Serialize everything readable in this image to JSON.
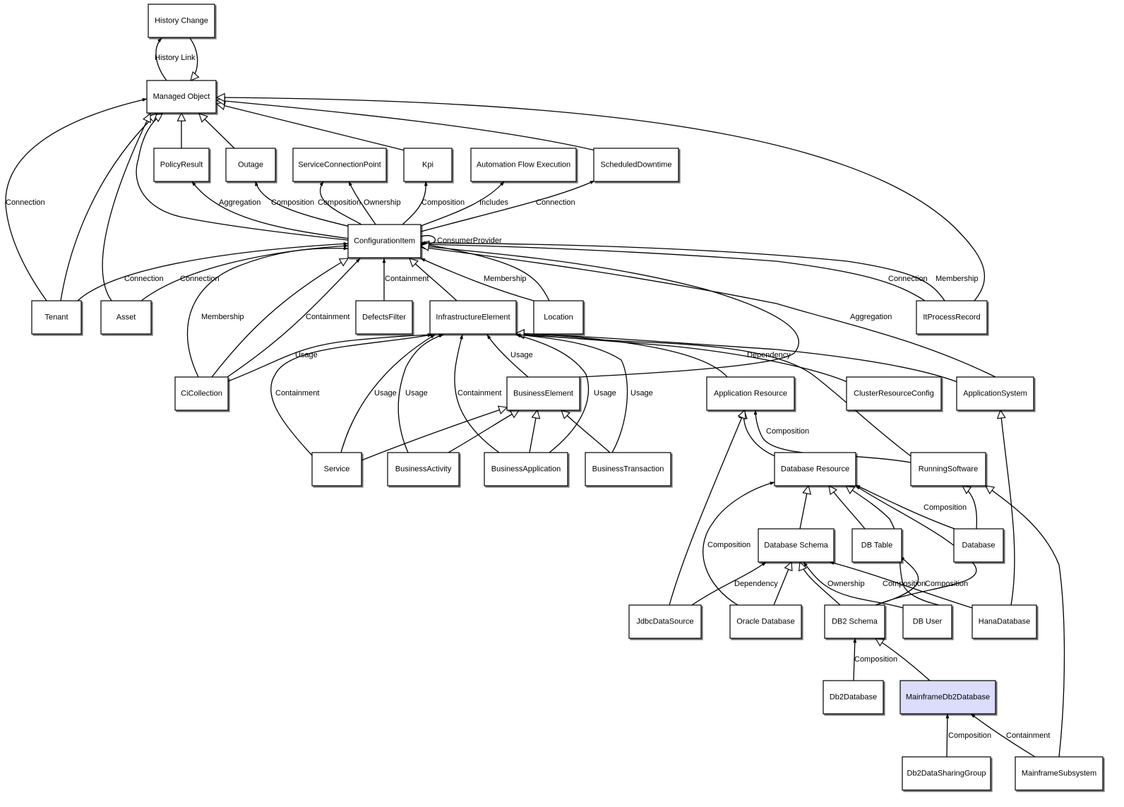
{
  "diagram": {
    "nodes": [
      {
        "id": "history_change",
        "label": "History Change",
        "fill": "#ffffff"
      },
      {
        "id": "managed_object",
        "label": "Managed Object",
        "fill": "#ffffff"
      },
      {
        "id": "policy_result",
        "label": "PolicyResult",
        "fill": "#ffffff"
      },
      {
        "id": "outage",
        "label": "Outage",
        "fill": "#ffffff"
      },
      {
        "id": "service_connection_point",
        "label": "ServiceConnectionPoint",
        "fill": "#ffffff"
      },
      {
        "id": "kpi",
        "label": "Kpi",
        "fill": "#ffffff"
      },
      {
        "id": "automation_flow_execution",
        "label": "Automation Flow Execution",
        "fill": "#ffffff"
      },
      {
        "id": "scheduled_downtime",
        "label": "ScheduledDowntime",
        "fill": "#ffffff"
      },
      {
        "id": "configuration_item",
        "label": "ConfigurationItem",
        "fill": "#ffffff"
      },
      {
        "id": "tenant",
        "label": "Tenant",
        "fill": "#ffffff"
      },
      {
        "id": "asset",
        "label": "Asset",
        "fill": "#ffffff"
      },
      {
        "id": "defects_filter",
        "label": "DefectsFilter",
        "fill": "#ffffff"
      },
      {
        "id": "infrastructure_element",
        "label": "InfrastructureElement",
        "fill": "#ffffff"
      },
      {
        "id": "location",
        "label": "Location",
        "fill": "#ffffff"
      },
      {
        "id": "it_process_record",
        "label": "ItProcessRecord",
        "fill": "#ffffff"
      },
      {
        "id": "ci_collection",
        "label": "CiCollection",
        "fill": "#ffffff"
      },
      {
        "id": "business_element",
        "label": "BusinessElement",
        "fill": "#ffffff"
      },
      {
        "id": "application_resource",
        "label": "Application Resource",
        "fill": "#ffffff"
      },
      {
        "id": "cluster_resource_config",
        "label": "ClusterResourceConfig",
        "fill": "#ffffff"
      },
      {
        "id": "application_system",
        "label": "ApplicationSystem",
        "fill": "#ffffff"
      },
      {
        "id": "service",
        "label": "Service",
        "fill": "#ffffff"
      },
      {
        "id": "business_activity",
        "label": "BusinessActivity",
        "fill": "#ffffff"
      },
      {
        "id": "business_application",
        "label": "BusinessApplication",
        "fill": "#ffffff"
      },
      {
        "id": "business_transaction",
        "label": "BusinessTransaction",
        "fill": "#ffffff"
      },
      {
        "id": "database_resource",
        "label": "Database Resource",
        "fill": "#ffffff"
      },
      {
        "id": "running_software",
        "label": "RunningSoftware",
        "fill": "#ffffff"
      },
      {
        "id": "database_schema",
        "label": "Database Schema",
        "fill": "#ffffff"
      },
      {
        "id": "db_table",
        "label": "DB Table",
        "fill": "#ffffff"
      },
      {
        "id": "database",
        "label": "Database",
        "fill": "#ffffff"
      },
      {
        "id": "jdbc_data_source",
        "label": "JdbcDataSource",
        "fill": "#ffffff"
      },
      {
        "id": "oracle_database",
        "label": "Oracle Database",
        "fill": "#ffffff"
      },
      {
        "id": "db2_schema",
        "label": "DB2 Schema",
        "fill": "#ffffff"
      },
      {
        "id": "db_user",
        "label": "DB User",
        "fill": "#ffffff"
      },
      {
        "id": "hana_database",
        "label": "HanaDatabase",
        "fill": "#ffffff"
      },
      {
        "id": "db2_database",
        "label": "Db2Database",
        "fill": "#ffffff"
      },
      {
        "id": "mainframe_db2_database",
        "label": "MainframeDb2Database",
        "fill": "#dcdcfc"
      },
      {
        "id": "db2_data_sharing_group",
        "label": "Db2DataSharingGroup",
        "fill": "#ffffff"
      },
      {
        "id": "mainframe_subsystem",
        "label": "MainframeSubsystem",
        "fill": "#ffffff"
      }
    ],
    "edges": [
      {
        "id": "e_history_link",
        "label": "History Link",
        "arrow": "filled"
      },
      {
        "id": "e_history_inherit",
        "label": "",
        "arrow": "hollow"
      },
      {
        "id": "e_policyresult_mo",
        "label": "",
        "arrow": "hollow"
      },
      {
        "id": "e_outage_mo",
        "label": "",
        "arrow": "hollow"
      },
      {
        "id": "e_kpi_mo",
        "label": "",
        "arrow": "hollow"
      },
      {
        "id": "e_sched_mo",
        "label": "",
        "arrow": "hollow"
      },
      {
        "id": "e_itpr_mo",
        "label": "",
        "arrow": "hollow"
      },
      {
        "id": "e_ci_mo",
        "label": "",
        "arrow": "hollow"
      },
      {
        "id": "e_tenant_mo_conn",
        "label": "Connection",
        "arrow": "filled"
      },
      {
        "id": "e_tenant_mo_inh",
        "label": "",
        "arrow": "hollow"
      },
      {
        "id": "e_asset_mo",
        "label": "",
        "arrow": "hollow"
      },
      {
        "id": "e_ci_policy",
        "label": "Aggregation",
        "arrow": "filled"
      },
      {
        "id": "e_ci_outage",
        "label": "Composition",
        "arrow": "filled"
      },
      {
        "id": "e_ci_scp_comp",
        "label": "Composition",
        "arrow": "filled"
      },
      {
        "id": "e_ci_scp_own",
        "label": "Ownership",
        "arrow": "filled"
      },
      {
        "id": "e_ci_kpi",
        "label": "Composition",
        "arrow": "filled"
      },
      {
        "id": "e_ci_afe",
        "label": "Includes",
        "arrow": "filled"
      },
      {
        "id": "e_ci_sched",
        "label": "Connection",
        "arrow": "filled"
      },
      {
        "id": "e_ci_self",
        "label": "ConsumerProvider",
        "arrow": "filled"
      },
      {
        "id": "e_tenant_ci",
        "label": "Connection",
        "arrow": "filled"
      },
      {
        "id": "e_asset_ci",
        "label": "Connection",
        "arrow": "filled"
      },
      {
        "id": "e_cic_ci_memb",
        "label": "Membership",
        "arrow": "filled"
      },
      {
        "id": "e_cic_ci_inh",
        "label": "",
        "arrow": "hollow"
      },
      {
        "id": "e_cic_ci_cont",
        "label": "Containment",
        "arrow": "filled"
      },
      {
        "id": "e_df_ci",
        "label": "Containment",
        "arrow": "filled"
      },
      {
        "id": "e_ie_ci",
        "label": "",
        "arrow": "hollow"
      },
      {
        "id": "e_loc_ci_memb",
        "label": "Membership",
        "arrow": "filled"
      },
      {
        "id": "e_loc_ci_inh",
        "label": "",
        "arrow": "hollow"
      },
      {
        "id": "e_itpr_ci_conn",
        "label": "Connection",
        "arrow": "filled"
      },
      {
        "id": "e_itpr_ci_memb",
        "label": "Membership",
        "arrow": "filled"
      },
      {
        "id": "e_as_ci_aggr",
        "label": "Aggregation",
        "arrow": "filled"
      },
      {
        "id": "e_be_ci",
        "label": "",
        "arrow": "hollow"
      },
      {
        "id": "e_cic_ie_usage",
        "label": "Usage",
        "arrow": "filled"
      },
      {
        "id": "e_service_ie_cont",
        "label": "Containment",
        "arrow": "filled"
      },
      {
        "id": "e_service_ie_usage",
        "label": "Usage",
        "arrow": "filled"
      },
      {
        "id": "e_ba_ie_usage",
        "label": "Usage",
        "arrow": "filled"
      },
      {
        "id": "e_bapp_ie_cont",
        "label": "Containment",
        "arrow": "filled"
      },
      {
        "id": "e_be_ie_usage",
        "label": "Usage",
        "arrow": "filled"
      },
      {
        "id": "e_bapp_ie_usage",
        "label": "Usage",
        "arrow": "filled"
      },
      {
        "id": "e_bt_ie_usage",
        "label": "Usage",
        "arrow": "filled"
      },
      {
        "id": "e_ar_ie",
        "label": "",
        "arrow": "hollow"
      },
      {
        "id": "e_crc_ie",
        "label": "",
        "arrow": "hollow"
      },
      {
        "id": "e_as_ie",
        "label": "",
        "arrow": "hollow"
      },
      {
        "id": "e_rs_ie_dep",
        "label": "Dependency",
        "arrow": "filled"
      },
      {
        "id": "e_service_be",
        "label": "",
        "arrow": "hollow"
      },
      {
        "id": "e_bact_be",
        "label": "",
        "arrow": "hollow"
      },
      {
        "id": "e_bapp_be",
        "label": "",
        "arrow": "hollow"
      },
      {
        "id": "e_bt_be",
        "label": "",
        "arrow": "hollow"
      },
      {
        "id": "e_dr_ar",
        "label": "",
        "arrow": "hollow"
      },
      {
        "id": "e_rs_ar",
        "label": "Composition",
        "arrow": "filled"
      },
      {
        "id": "e_jdbc_ar",
        "label": "",
        "arrow": "hollow"
      },
      {
        "id": "e_hana_as",
        "label": "",
        "arrow": "hollow"
      },
      {
        "id": "e_ds_dr",
        "label": "",
        "arrow": "hollow"
      },
      {
        "id": "e_dbt_dr",
        "label": "",
        "arrow": "hollow"
      },
      {
        "id": "e_dbu_dr",
        "label": "",
        "arrow": "hollow"
      },
      {
        "id": "e_db_dr",
        "label": "Composition",
        "arrow": "filled"
      },
      {
        "id": "e_oracle_dr",
        "label": "Composition",
        "arrow": "filled"
      },
      {
        "id": "e_db2s_dr",
        "label": "Composition",
        "arrow": "filled"
      },
      {
        "id": "e_db_rs",
        "label": "",
        "arrow": "hollow"
      },
      {
        "id": "e_ms_rs",
        "label": "",
        "arrow": "hollow"
      },
      {
        "id": "e_jdbc_ds",
        "label": "Dependency",
        "arrow": "filled"
      },
      {
        "id": "e_oracle_ds",
        "label": "",
        "arrow": "hollow"
      },
      {
        "id": "e_db2s_ds",
        "label": "",
        "arrow": "hollow"
      },
      {
        "id": "e_dbu_ds",
        "label": "Ownership",
        "arrow": "filled"
      },
      {
        "id": "e_hana_ds",
        "label": "Composition",
        "arrow": "filled"
      },
      {
        "id": "e_db2s_dbt",
        "label": "Composition",
        "arrow": "filled"
      },
      {
        "id": "e_db2db_db2s",
        "label": "Composition",
        "arrow": "filled"
      },
      {
        "id": "e_mdb2_db2s",
        "label": "",
        "arrow": "hollow"
      },
      {
        "id": "e_dsg_mdb2",
        "label": "Composition",
        "arrow": "filled"
      },
      {
        "id": "e_ms_mdb2",
        "label": "Containment",
        "arrow": "filled"
      }
    ]
  }
}
